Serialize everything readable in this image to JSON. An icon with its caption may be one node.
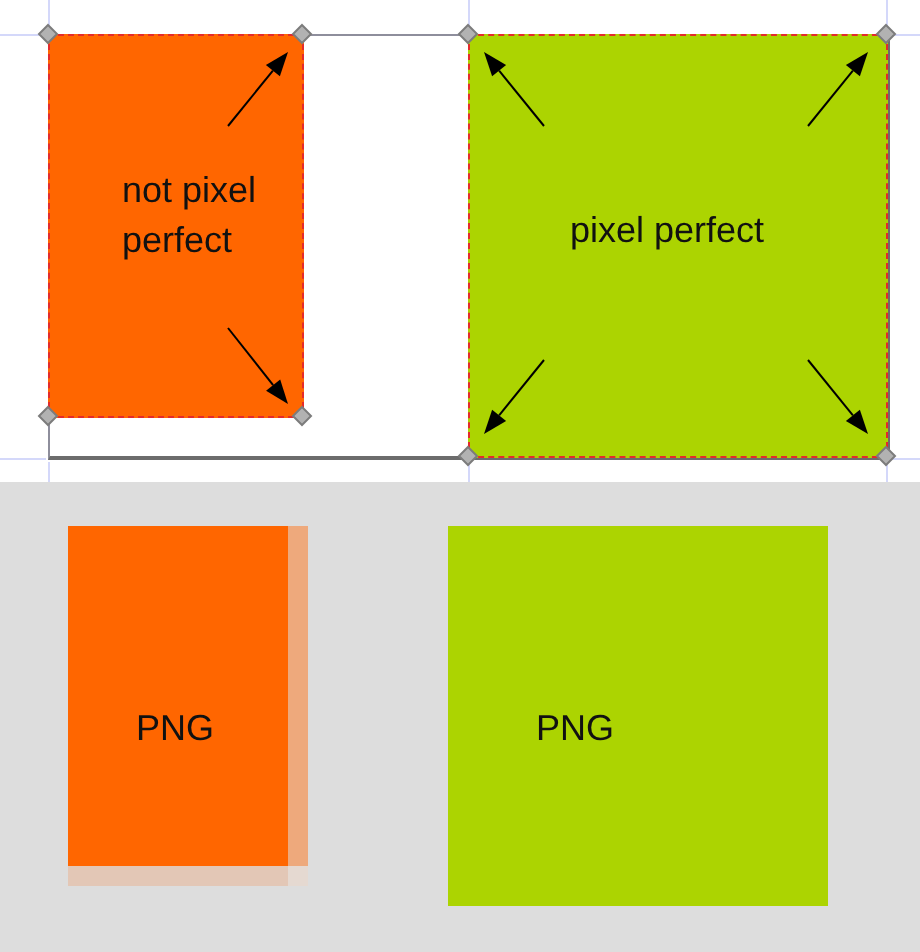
{
  "diagram": {
    "nodes": [
      {
        "text": [
          "not pixel perfect"
        ]
      },
      {
        "text": [
          "pixel perfect"
        ]
      },
      {
        "text": [
          "PNG"
        ]
      },
      {
        "text": [
          "PNG"
        ]
      }
    ]
  }
}
